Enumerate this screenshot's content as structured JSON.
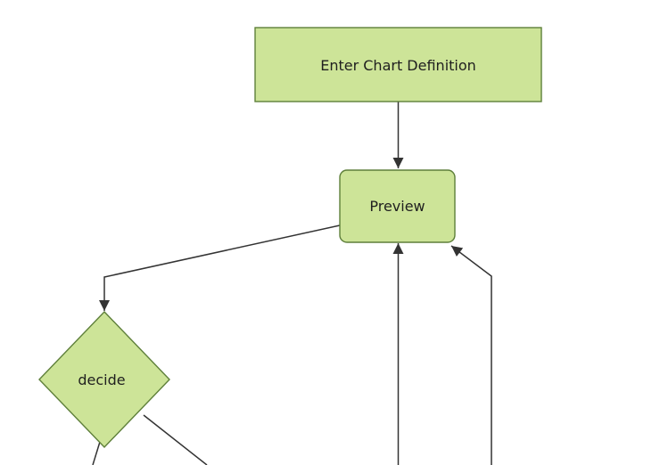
{
  "diagram": {
    "type": "flowchart",
    "direction": "top-down",
    "nodes": [
      {
        "id": "A",
        "label": "Enter Chart Definition",
        "shape": "rectangle"
      },
      {
        "id": "B",
        "label": "Preview",
        "shape": "rounded-rectangle"
      },
      {
        "id": "C",
        "label": "decide",
        "shape": "diamond"
      }
    ],
    "edges": [
      {
        "from": "A",
        "to": "B",
        "visibility": "fully-visible"
      },
      {
        "from": "B",
        "to": "C",
        "visibility": "fully-visible"
      },
      {
        "from": "C",
        "to": "offscreen-bottom",
        "visibility": "partially-visible"
      },
      {
        "from": "C",
        "to": "offscreen-bottom-right",
        "visibility": "partially-visible"
      },
      {
        "from": "offscreen-bottom",
        "to": "B",
        "visibility": "partially-visible"
      },
      {
        "from": "offscreen-bottom-right",
        "to": "B",
        "visibility": "partially-visible"
      }
    ],
    "colors": {
      "node_fill": "#cde498",
      "node_border": "#5e7f3a",
      "edge_line": "#333333",
      "label_text": "#1f1f1f",
      "background": "#ffffff"
    }
  }
}
